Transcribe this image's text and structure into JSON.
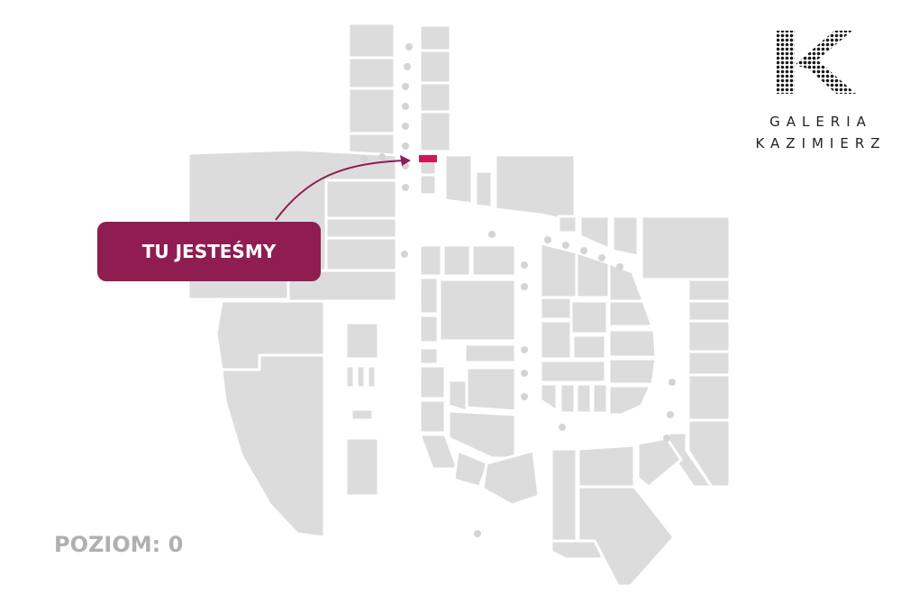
{
  "marker": {
    "label": "TU JESTEŚMY",
    "color": "#8f1d52",
    "pin_color": "#d4145a"
  },
  "level": {
    "label": "POZIOM: 0"
  },
  "logo": {
    "line1": "GALERIA",
    "line2": "KAZIMIERZ",
    "emblem_icon": "dotted-letter-k-icon"
  },
  "colors": {
    "room": "#dcdcdc",
    "walkway_dot": "#d4d4d4",
    "text_gray": "#b0b0b0"
  }
}
